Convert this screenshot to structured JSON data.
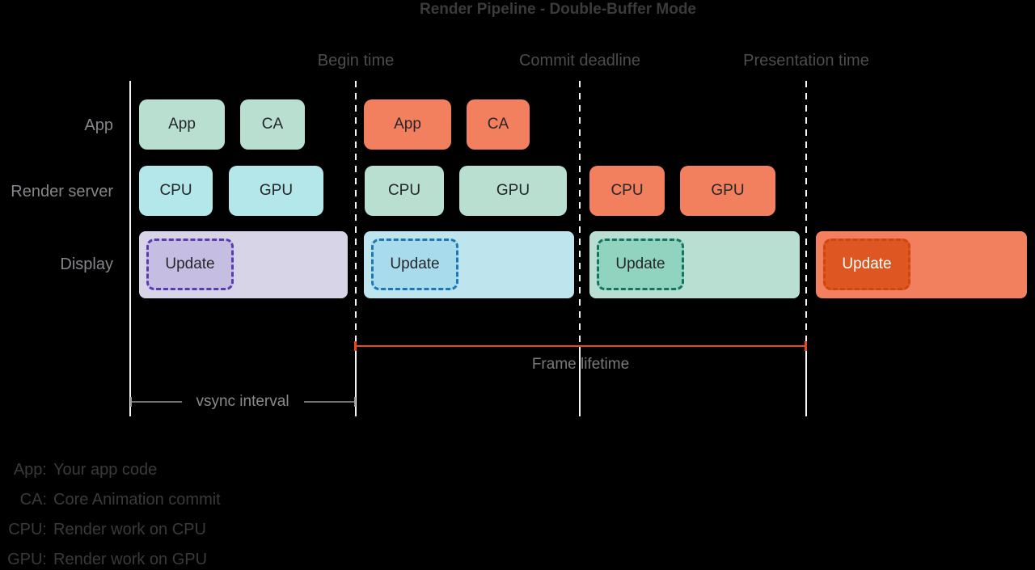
{
  "title": "Render Pipeline - Double-Buffer Mode",
  "time_markers": [
    "Begin time",
    "Commit deadline",
    "Presentation time"
  ],
  "row_labels": [
    "App",
    "Render server",
    "Display"
  ],
  "sections": [
    {
      "app_blocks": [
        "App",
        "CA"
      ],
      "render_blocks": [
        "CPU",
        "GPU"
      ],
      "display_update": "Update"
    },
    {
      "app_blocks": [
        "App",
        "CA"
      ],
      "render_blocks": [
        "CPU",
        "GPU"
      ],
      "display_update": "Update"
    },
    {
      "render_blocks": [
        "CPU",
        "GPU"
      ],
      "display_update": "Update"
    },
    {
      "display_update": "Update"
    }
  ],
  "annotations": {
    "vsync_interval": "vsync interval",
    "frame_lifetime": "Frame lifetime"
  },
  "legend": [
    {
      "abbr": "App:",
      "desc": "Your app code"
    },
    {
      "abbr": "CA:",
      "desc": "Core Animation commit"
    },
    {
      "abbr": "CPU:",
      "desc": "Render work on CPU"
    },
    {
      "abbr": "GPU:",
      "desc": "Render work on GPU"
    }
  ],
  "colors": {
    "background": "#000000",
    "title_text": "#3b3b3d",
    "marker_text": "#4d4d4f",
    "row_label_text": "#86868b",
    "timeline_line": "#f5f5f7",
    "mint_block": "#b8dfd0",
    "cyan_block": "#b4e7ea",
    "coral_block": "#f2805f",
    "lavender_bar": "#d7d4e7",
    "lavender_update": "#c5bde2",
    "purple_dash_border": "#5b3cb0",
    "cyan_bar": "#bee5ee",
    "cyan_update": "#a8dcec",
    "blue_dash_border": "#1d76b5",
    "mint_bar": "#b8dfd2",
    "mint_update": "#90d3bf",
    "teal_dash_border": "#15735f",
    "coral_update": "#de5722",
    "dark_orange_dash_border": "#cc4710",
    "frame_lifetime_line": "#e8491c",
    "vsync_line": "#737377"
  }
}
